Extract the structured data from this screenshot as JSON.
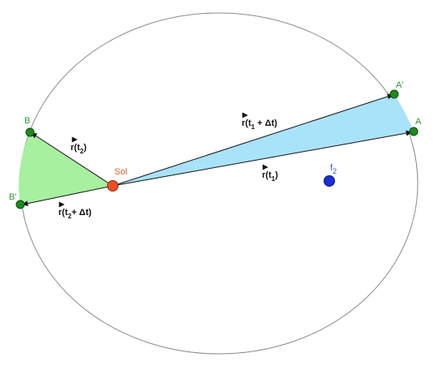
{
  "diagram": {
    "colors": {
      "orbit": "#8a8a8a",
      "sector_A": "#a9e3f9",
      "sector_B": "#a6f0a0",
      "point_fill": "#1e8a1e",
      "point_label": "#2a9a2a",
      "sun_fill": "#f04d26",
      "sun_label": "#e8602c",
      "focus_fill": "#1a2fd6",
      "focus_label": "#3b59e0",
      "vector": "#111111"
    },
    "points": {
      "A": "A",
      "A_prime": "A'",
      "B": "B",
      "B_prime": "B'",
      "sun": "Sol",
      "focus": "f",
      "focus_sub": "2"
    },
    "vectors": {
      "r_t1": {
        "pre": "r(t",
        "sub": "1",
        "post": ")"
      },
      "r_t1_dt": {
        "pre": "r(t",
        "sub": "1",
        "post": " + Δt)"
      },
      "r_t2": {
        "pre": "r(t",
        "sub": "2",
        "post": ")"
      },
      "r_t2_dt": {
        "pre": "r(t",
        "sub": "2",
        "post": "+ Δt)"
      }
    }
  }
}
